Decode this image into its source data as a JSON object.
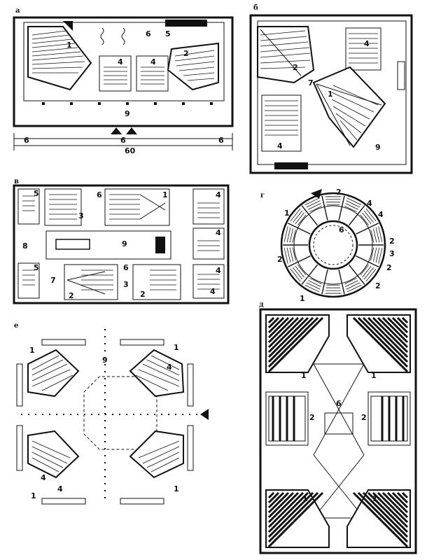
{
  "plates": {
    "a": "а",
    "b": "б",
    "v": "в",
    "g": "г",
    "d": "д",
    "e": "е"
  },
  "plan_a": {
    "labels": [
      "1",
      "2",
      "4",
      "4",
      "5",
      "6",
      "9"
    ],
    "dimension": "60",
    "scale_marks": [
      "6",
      "6",
      "6"
    ]
  },
  "plan_b": {
    "labels": [
      "2",
      "7",
      "1",
      "4",
      "4",
      "9"
    ]
  },
  "plan_v": {
    "labels": [
      "3",
      "5",
      "6",
      "1",
      "4",
      "4",
      "4",
      "4",
      "8",
      "9",
      "5",
      "6",
      "7",
      "2",
      "2",
      "3"
    ]
  },
  "plan_g": {
    "labels": [
      "2",
      "4",
      "4",
      "1",
      "2",
      "3",
      "6",
      "2",
      "2",
      "2",
      "1"
    ]
  },
  "plan_e": {
    "labels": [
      "1",
      "9",
      "1",
      "4",
      "4",
      "4",
      "1",
      "1"
    ]
  },
  "plan_d": {
    "labels": [
      "1",
      "1",
      "6",
      "2",
      "2",
      "1",
      "1"
    ]
  }
}
